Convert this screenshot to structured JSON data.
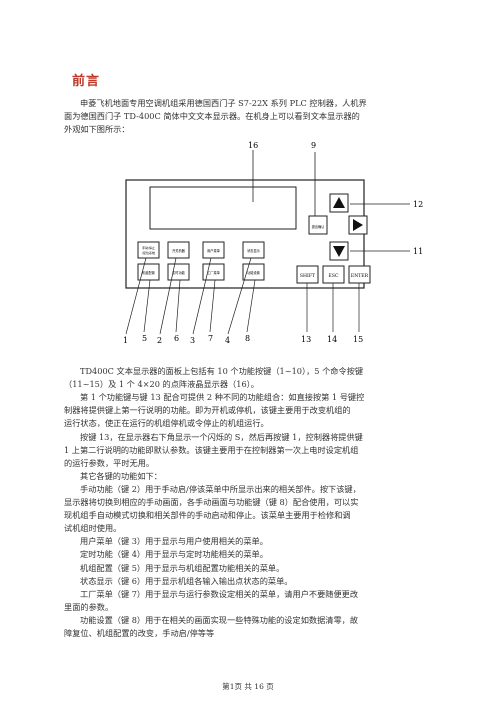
{
  "heading": "前言",
  "intro": [
    "申菱飞机地面专用空调机组采用德国西门子 S7-22X 系列 PLC 控制器，人机界",
    "面为德国西门子 TD-400C 简体中文文本显示器。在机身上可以看到文本显示器的",
    "外观如下图所示："
  ],
  "diagram": {
    "callouts_top": [
      "16",
      "9"
    ],
    "callouts_right": [
      "12",
      "11"
    ],
    "callouts_bottom": [
      "1",
      "5",
      "2",
      "6",
      "3",
      "7",
      "4",
      "8",
      "13",
      "14",
      "15"
    ],
    "key_row1": [
      "手动/停止/复位系统",
      "开关机器",
      "用户菜单",
      "状态显示"
    ],
    "key_row2": [
      "机组配置",
      "定时功能",
      "工厂菜单",
      "功能设置"
    ],
    "ok_key": "退出确认",
    "cmd_keys": [
      "SHIFT",
      "ESC",
      "ENTER"
    ]
  },
  "body": [
    {
      "indent": true,
      "text": "TD400C 文本显示器的面板上包括有 10 个功能按键（1~10），5 个命令按键"
    },
    {
      "indent": false,
      "text": "（11~15）及 1 个 4×20 的点阵液晶显示器（16）。"
    },
    {
      "indent": true,
      "text": "第 1 个功能键与键 13 配合可提供 2 种不同的功能组合：如直接按第 1 号键控"
    },
    {
      "indent": false,
      "text": "制器将提供键上第一行说明的功能。即为开机或停机，该键主要用于改变机组的"
    },
    {
      "indent": false,
      "text": "运行状态，使正在运行的机组停机或令停止的机组运行。"
    },
    {
      "indent": true,
      "text": "按键 13，在显示器右下角显示一个闪烁的 S，然后再按键 1，控制器将提供键"
    },
    {
      "indent": false,
      "text": "1 上第二行说明的功能即默认参数。该键主要用于在控制器第一次上电时设定机组"
    },
    {
      "indent": false,
      "text": "的运行参数，平时无用。"
    },
    {
      "indent": true,
      "text": "其它各键的功能如下："
    },
    {
      "indent": true,
      "text": "手动功能（键 2）用于手动启/停该菜单中所显示出来的相关部件。按下该键，"
    },
    {
      "indent": false,
      "text": "显示器将切换到相应的手动画面，各手动画面与功能键（键 8）配合使用，可以实"
    },
    {
      "indent": false,
      "text": "现机组手自动模式切换和相关部件的手动启动和停止。该菜单主要用于检修和调"
    },
    {
      "indent": false,
      "text": "试机组时使用。"
    },
    {
      "indent": true,
      "text": "用户菜单（键 3）用于显示与用户使用相关的菜单。"
    },
    {
      "indent": true,
      "text": "定时功能（键 4）用于显示与定时功能相关的菜单。"
    },
    {
      "indent": true,
      "text": "机组配置（键 5）用于显示与机组配置功能相关的菜单。"
    },
    {
      "indent": true,
      "text": "状态显示（键 6）用于显示机组各输入输出点状态的菜单。"
    },
    {
      "indent": true,
      "text": "工厂菜单（键 7）用于显示与运行参数设定相关的菜单，请用户不要随便更改"
    },
    {
      "indent": false,
      "text": "里面的参数。"
    },
    {
      "indent": true,
      "text": "功能设置（键 8）用于在相关的画面实现一些特殊功能的设定如数据清零，故"
    },
    {
      "indent": false,
      "text": "障复位、机组配置的改变，手动启/停等等"
    }
  ],
  "footer": "第1页 共 16 页"
}
